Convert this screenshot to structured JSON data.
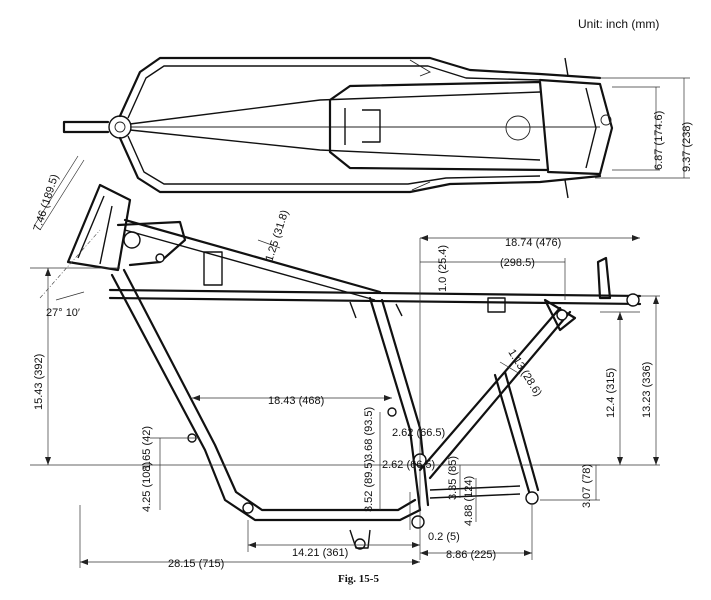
{
  "unit_label": "Unit: inch (mm)",
  "caption": "Fig. 15-5",
  "dimensions": {
    "width_inner": "6.87 (174.6)",
    "width_outer": "9.37 (238)",
    "head_width": "7.46 (189.5)",
    "tube_dia": "1.25 (31.8)",
    "rear_length": "18.74 (476)",
    "rear_offset": "(298.5)",
    "rail_height": "1.0 (25.4)",
    "rake_angle": "27° 10′",
    "frame_height": "15.43 (392)",
    "mid_span": "18.43 (468)",
    "brace_offset": "1.13 (28.6)",
    "rear_height_a": "12.4 (315)",
    "rear_height_b": "13.23 (336)",
    "engine_upper_a": "3.68 (93.5)",
    "engine_upper_b": "2.62 (66.5)",
    "engine_lower_a": "3.52 (89.5)",
    "engine_lower_b": "2.62 (66.5)",
    "front_lower_a": "1.65 (42)",
    "front_lower_b": "4.25 (108)",
    "footrest_a": "3.35 (85)",
    "footrest_b": "4.88 (124)",
    "shock_mount": "3.07 (78)",
    "small_offset": "0.2 (5)",
    "overall_length": "28.15 (715)",
    "wheelbase_part": "14.21 (361)",
    "rear_part": "8.86 (225)"
  }
}
